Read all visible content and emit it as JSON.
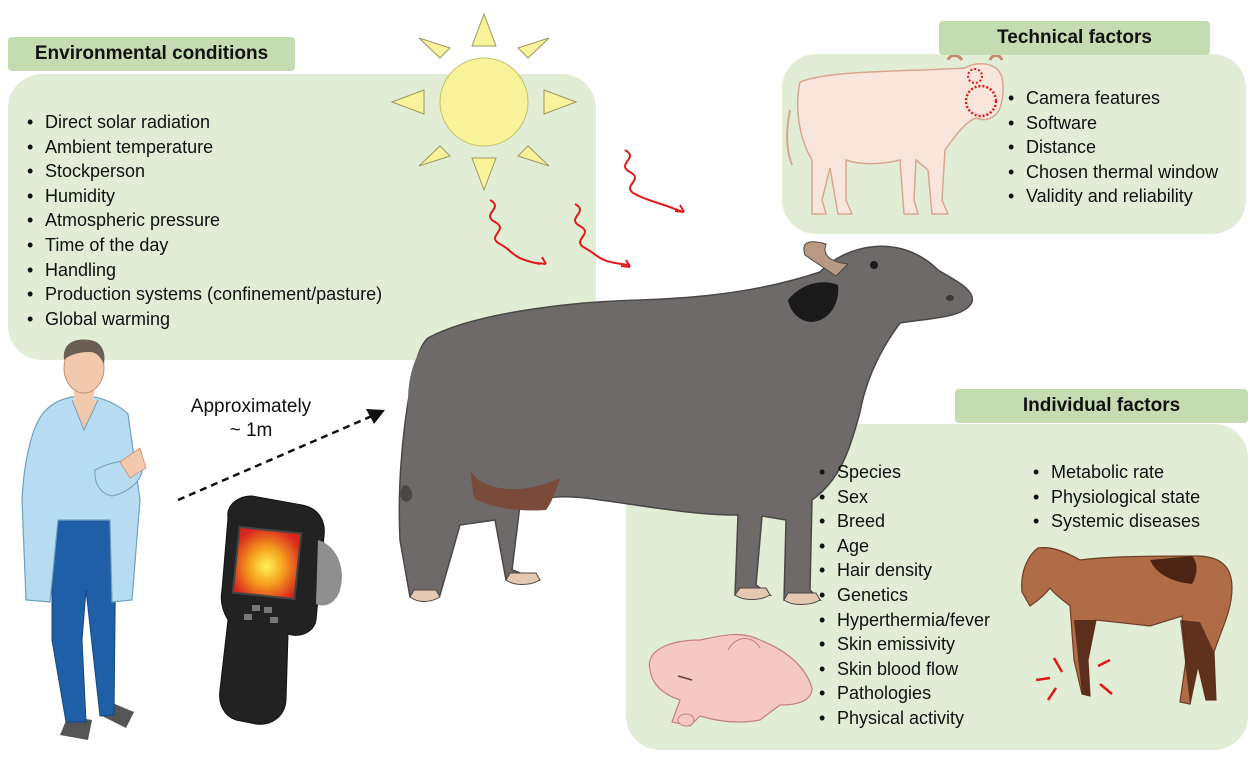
{
  "environmental": {
    "title": "Environmental conditions",
    "items": [
      "Direct solar radiation",
      "Ambient temperature",
      "Stockperson",
      "Humidity",
      "Atmospheric pressure",
      "Time of the day",
      "Handling",
      "Production systems (confinement/pasture)",
      "Global warming"
    ]
  },
  "technical": {
    "title": "Technical factors",
    "items": [
      "Camera features",
      "Software",
      "Distance",
      "Chosen thermal window",
      "Validity and reliability"
    ]
  },
  "individual": {
    "title": "Individual factors",
    "items_left": [
      "Species",
      "Sex",
      "Breed",
      "Age",
      "Hair density",
      "Genetics",
      "Hyperthermia/fever",
      "Skin emissivity",
      "Skin blood flow",
      "Pathologies",
      "Physical activity"
    ],
    "items_right": [
      "Metabolic rate",
      "Physiological state",
      "Systemic diseases"
    ]
  },
  "distance_label": {
    "line1": "Approximately",
    "line2": "~ 1m"
  },
  "colors": {
    "panel": "#e2edd6",
    "tag": "#c5dcb2",
    "sun": "#f8f39b",
    "heat_wave": "#e0191b",
    "buffalo": "#6d6a69",
    "cow": "#f8e6dc",
    "horse": "#b06b47",
    "pig": "#f6c8c3"
  },
  "icons": [
    "sun-icon",
    "heat-wave-icon",
    "buffalo-icon",
    "cow-icon",
    "pig-icon",
    "horse-icon",
    "veterinarian-icon",
    "thermal-camera-icon"
  ]
}
